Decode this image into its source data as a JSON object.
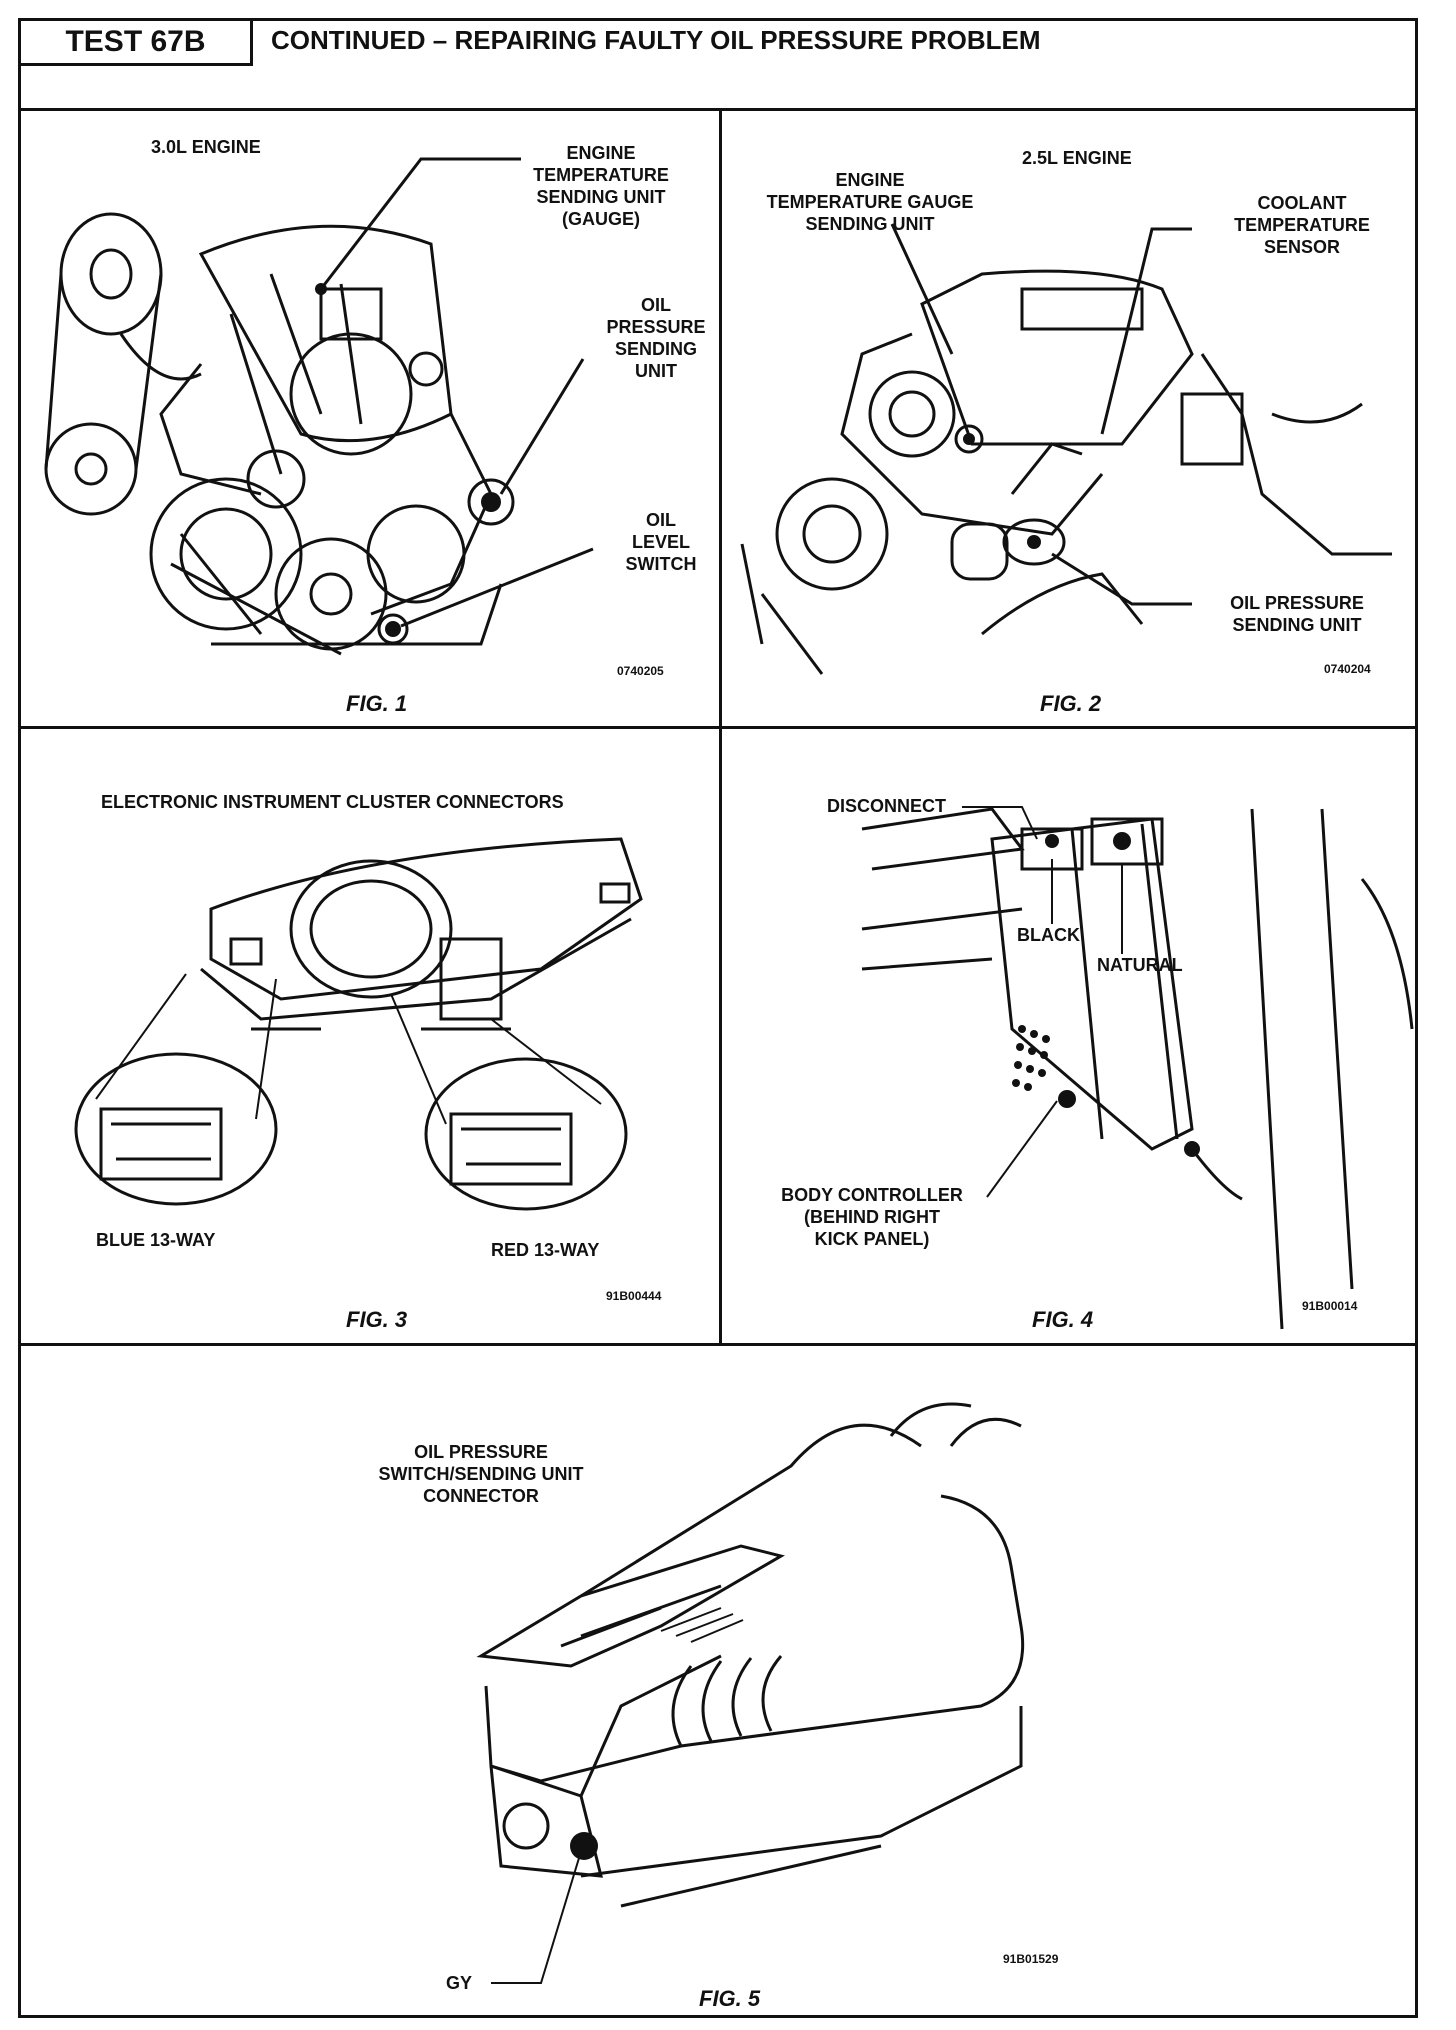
{
  "header": {
    "test_label": "TEST 67B",
    "title": "CONTINUED – REPAIRING FAULTY OIL PRESSURE PROBLEM"
  },
  "fig1": {
    "engine": "3.0L ENGINE",
    "labels": {
      "temp_sending": [
        "ENGINE",
        "TEMPERATURE",
        "SENDING UNIT",
        "(GAUGE)"
      ],
      "oil_pressure": [
        "OIL",
        "PRESSURE",
        "SENDING",
        "UNIT"
      ],
      "oil_level": [
        "OIL",
        "LEVEL",
        "SWITCH"
      ]
    },
    "code": "0740205",
    "caption": "FIG. 1"
  },
  "fig2": {
    "engine": "2.5L ENGINE",
    "labels": {
      "temp_gauge": [
        "ENGINE",
        "TEMPERATURE GAUGE",
        "SENDING UNIT"
      ],
      "coolant": [
        "COOLANT",
        "TEMPERATURE",
        "SENSOR"
      ],
      "oil_pressure": [
        "OIL PRESSURE",
        "SENDING UNIT"
      ]
    },
    "code": "0740204",
    "caption": "FIG. 2"
  },
  "fig3": {
    "title": "ELECTRONIC INSTRUMENT CLUSTER CONNECTORS",
    "blue": "BLUE 13-WAY",
    "red": "RED 13-WAY",
    "code": "91B00444",
    "caption": "FIG. 3"
  },
  "fig4": {
    "disconnect": "DISCONNECT",
    "black": "BLACK",
    "natural": "NATURAL",
    "body_controller": [
      "BODY CONTROLLER",
      "(BEHIND RIGHT",
      "KICK PANEL)"
    ],
    "code": "91B00014",
    "caption": "FIG. 4"
  },
  "fig5": {
    "title": [
      "OIL PRESSURE",
      "SWITCH/SENDING UNIT",
      "CONNECTOR"
    ],
    "gy": "GY",
    "code": "91B01529",
    "caption": "FIG. 5"
  }
}
